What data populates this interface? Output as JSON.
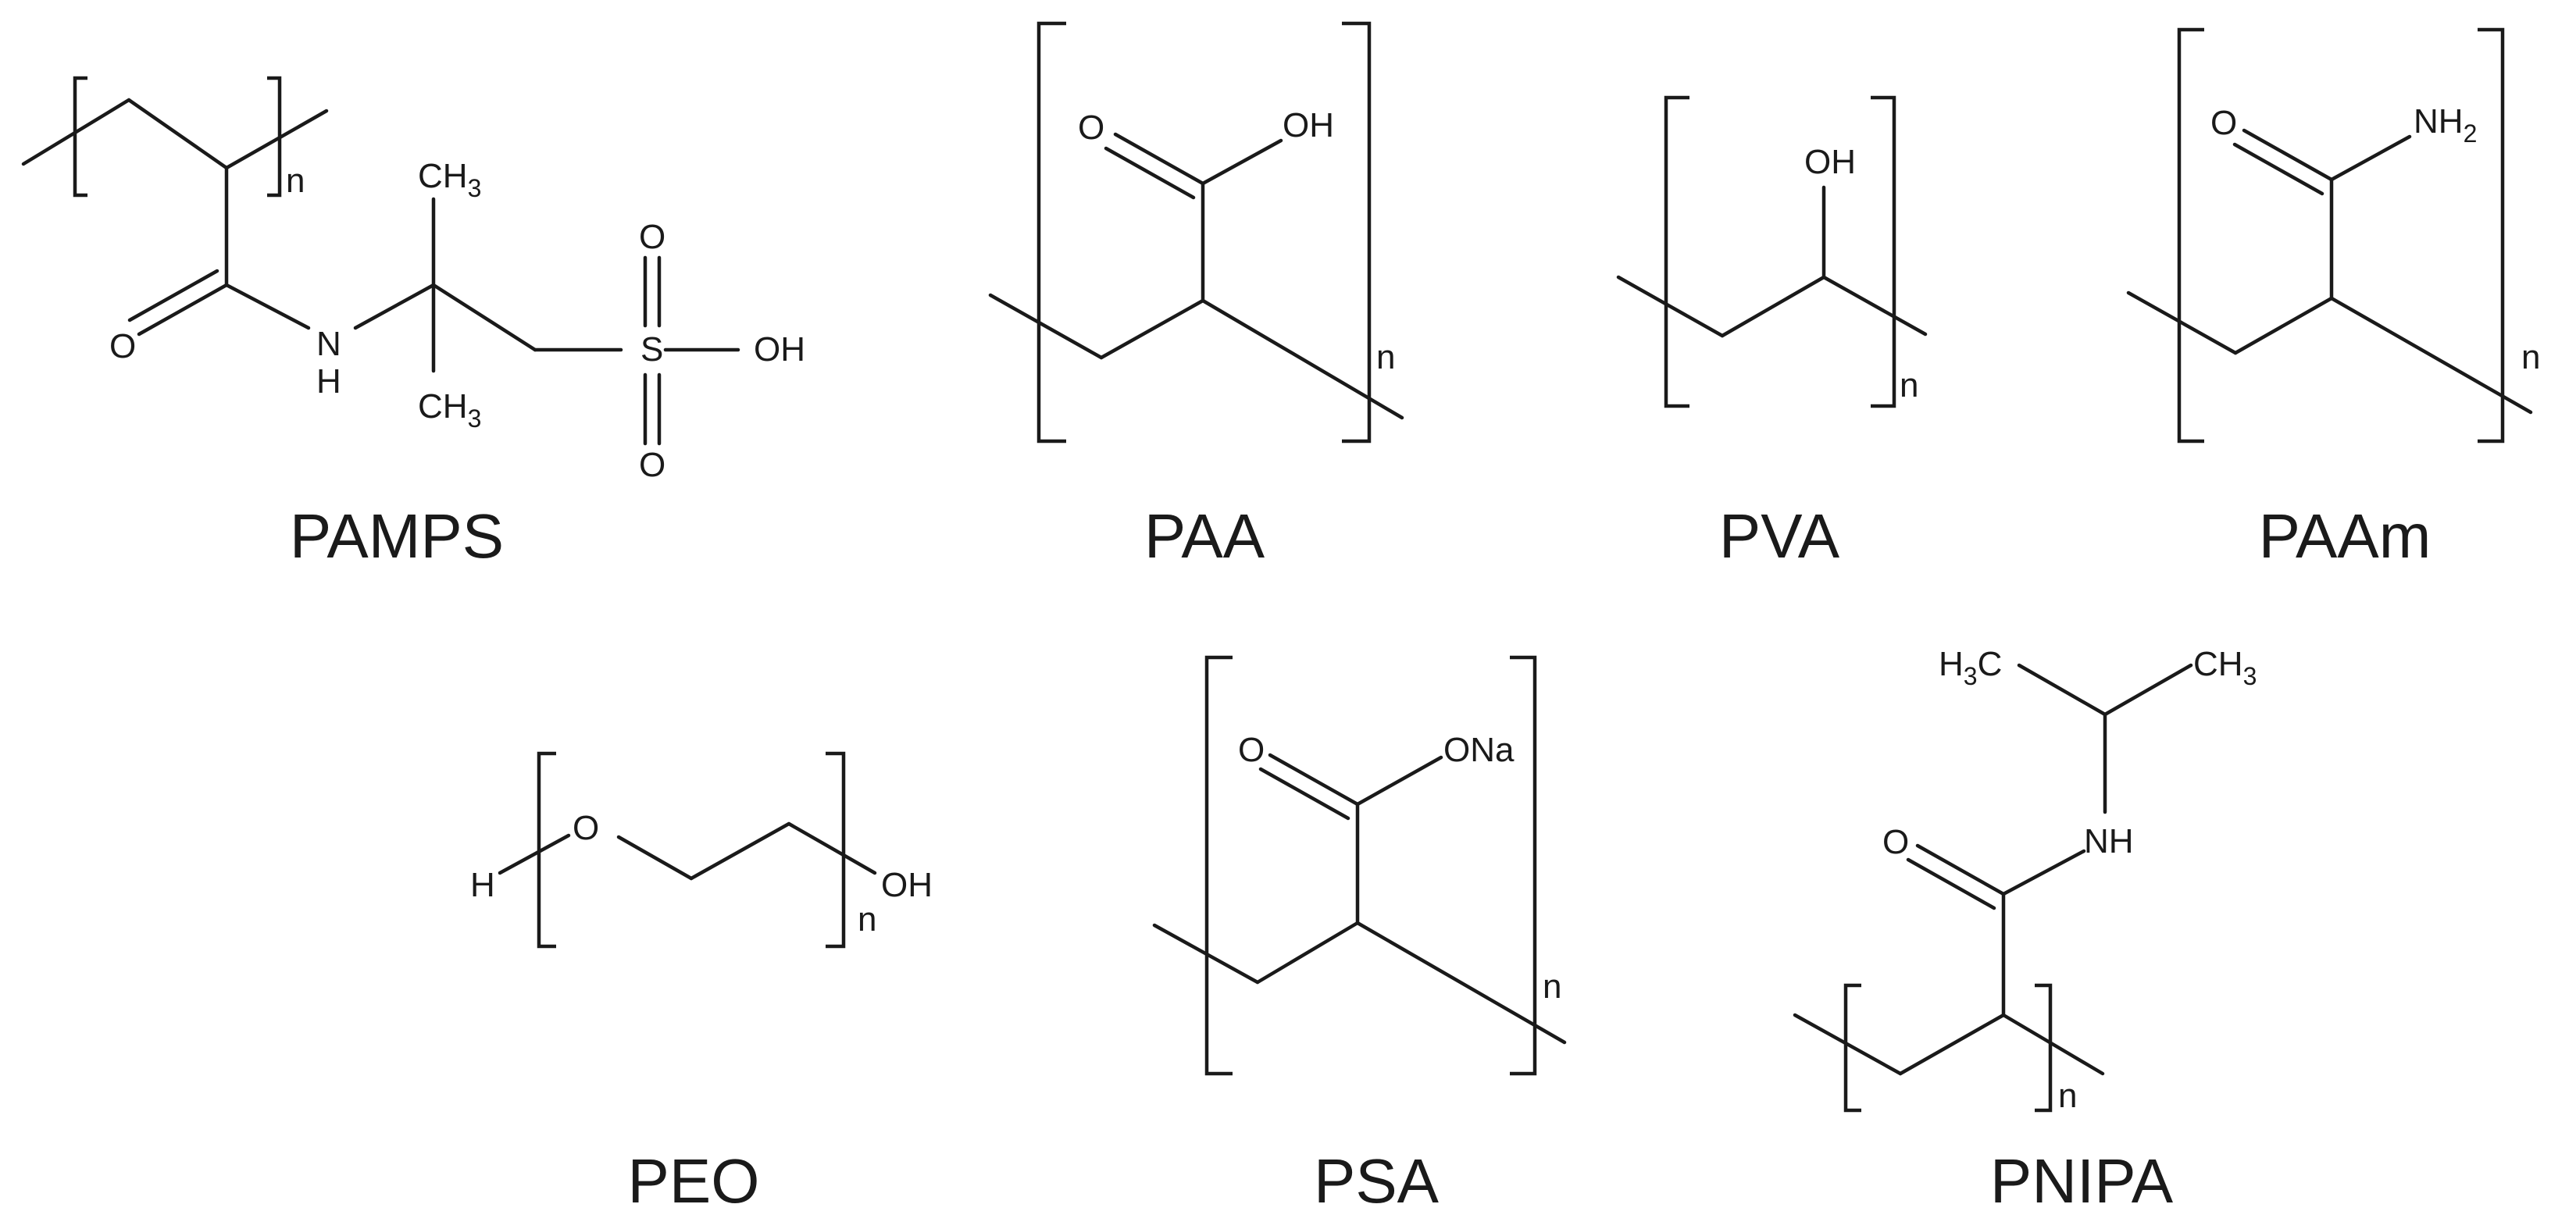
{
  "polymers": {
    "pamps": {
      "name": "PAMPS",
      "repeat": "n",
      "carbonyl_o": "O",
      "amide_n": "N",
      "amide_h": "H",
      "methyl_top_c": "CH",
      "methyl_top_sub": "3",
      "methyl_bottom_c": "CH",
      "methyl_bottom_sub": "3",
      "sulfur": "S",
      "sulfonyl_o_top": "O",
      "sulfonyl_o_bottom": "O",
      "hydroxyl": "OH"
    },
    "paa": {
      "name": "PAA",
      "repeat": "n",
      "carbonyl_o": "O",
      "hydroxyl": "OH"
    },
    "pva": {
      "name": "PVA",
      "repeat": "n",
      "hydroxyl": "OH"
    },
    "paam": {
      "name": "PAAm",
      "repeat": "n",
      "carbonyl_o": "O",
      "amine": "NH",
      "amine_sub": "2"
    },
    "peo": {
      "name": "PEO",
      "repeat": "n",
      "end_h": "H",
      "ether_o": "O",
      "end_oh": "OH"
    },
    "psa": {
      "name": "PSA",
      "repeat": "n",
      "carbonyl_o": "O",
      "salt": "ONa"
    },
    "pnipa": {
      "name": "PNIPA",
      "repeat": "n",
      "carbonyl_o": "O",
      "amide_nh": "NH",
      "methyl_left_h": "H",
      "methyl_left_sub": "3",
      "methyl_left_c": "C",
      "methyl_right_c": "CH",
      "methyl_right_sub": "3"
    }
  }
}
